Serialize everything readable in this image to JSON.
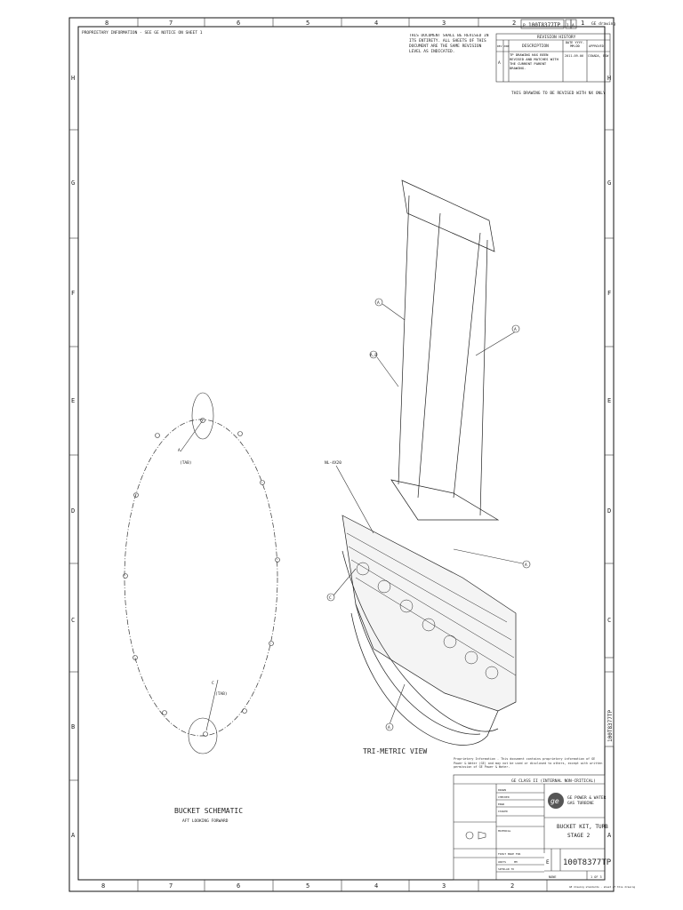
{
  "zones": {
    "columns": [
      "8",
      "7",
      "6",
      "5",
      "4",
      "3",
      "2",
      "1"
    ],
    "rows": [
      "H",
      "G",
      "F",
      "E",
      "D",
      "C",
      "B",
      "A"
    ]
  },
  "header": {
    "tiny_note": "PROPRIETARY INFORMATION - SEE GE NOTICE ON SHEET 1",
    "drawing_number": "100T8377TP",
    "sheet_flag": "P",
    "sheet_no": "1",
    "revision": "A",
    "corner_mark": "GE drawing"
  },
  "revision_note": "THIS DOCUMENT SHALL BE REVISED IN ITS ENTIRETY. ALL SHEETS OF THIS DOCUMENT ARE THE SAME REVISION LEVEL AS INDICATED.",
  "revision_history": {
    "title": "REVISION HISTORY",
    "headers": [
      "REV",
      "ZONE",
      "DESCRIPTION",
      "DATE YYYY-MM-DD",
      "APPROVED"
    ],
    "rows": [
      {
        "rev": "A",
        "zone": "",
        "description": "TP DRAWING HAS BEEN REVISED AND MATCHES WITH THE CURRENT PARENT DRAWING.",
        "date": "2011-09-06",
        "approved": "CSNADA, ESW"
      }
    ],
    "footnote": "THIS DRAWING TO BE REVISED WITH NX ONLY"
  },
  "views": {
    "schematic_title": "BUCKET SCHEMATIC",
    "schematic_subtitle": "AFT LOOKING FORWARD",
    "trimetric_title": "TRI-METRIC VIEW",
    "callouts": [
      "A",
      "A",
      "A,B",
      "NL-4X20",
      "C",
      "A",
      "A"
    ],
    "schematic_labels": [
      "A",
      "(TAB)",
      "C",
      "(TAB)"
    ]
  },
  "proprietary_notice": "Proprietary Information - This document contains proprietary information of GE Power & Water (GE) and may not be used or disclosed to others, except with written permission of GE Power & Water.",
  "title_block": {
    "classification": "GE CLASS II (INTERNAL NON-CRITICAL)",
    "company_line1": "GE POWER & WATER",
    "company_line2": "GAS TURBINE",
    "part_title_line1": "BUCKET KIT, TURB",
    "part_title_line2": "STAGE 2",
    "size": "E",
    "drawing_number": "100T8377TP",
    "sheet": "1 OF 3",
    "scale": "NONE",
    "left_fields": [
      "DRAWN",
      "CHECKED",
      "ENGR",
      "ISSUED",
      "MATERIAL",
      "FIRST MADE FOR",
      "UNITS",
      "SIMILAR TO"
    ],
    "left_values": [
      "",
      "",
      "",
      "",
      "",
      "",
      "MM",
      ""
    ]
  },
  "footer_note": "GE drawing standards - sheet of this drawing"
}
